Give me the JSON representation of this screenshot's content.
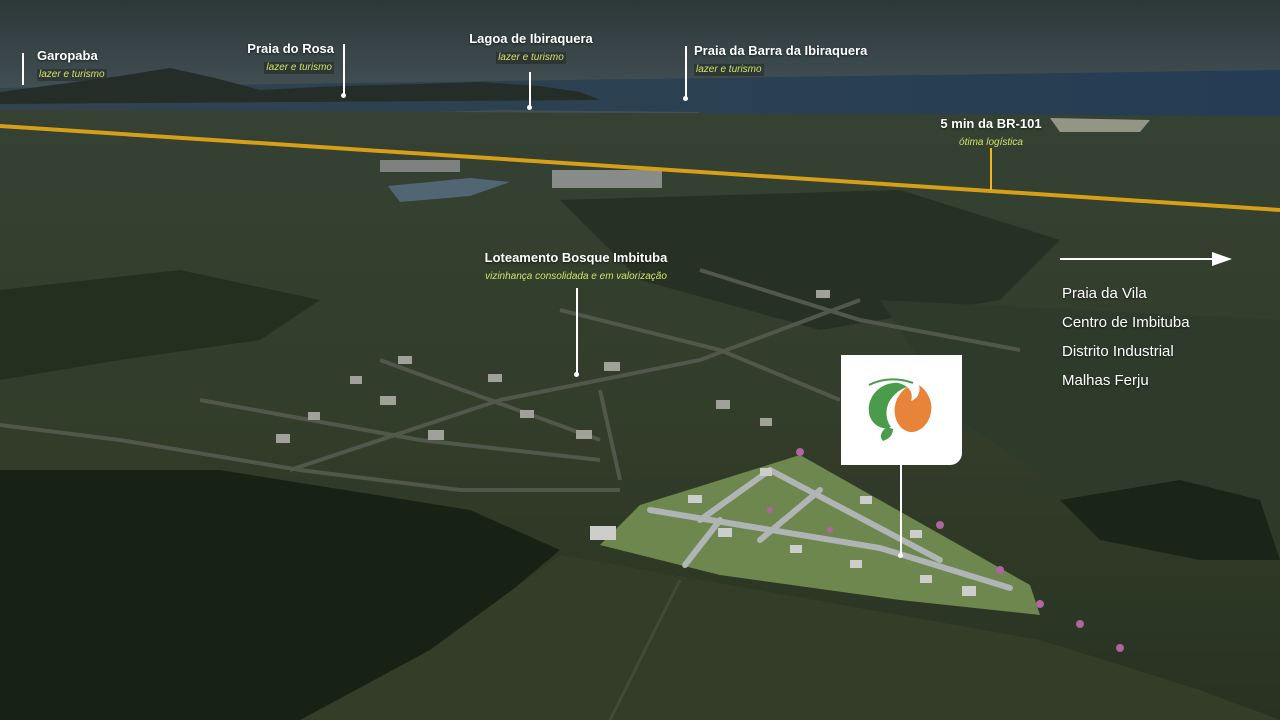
{
  "colors": {
    "sky": "#3b4a52",
    "sea": "#2d4658",
    "road_line": "#f4b51c",
    "label_subtitle": "#cfe36b",
    "logo_green": "#4b9b4c",
    "logo_orange": "#e8833a",
    "vegetation": "#3c4a30",
    "forest": "#1d2a1a"
  },
  "pins": [
    {
      "title": "Garopaba",
      "subtitle": "lazer e turismo"
    },
    {
      "title": "Praia do Rosa",
      "subtitle": "lazer e turismo"
    },
    {
      "title": "Lagoa de Ibiraquera",
      "subtitle": "lazer e turismo"
    },
    {
      "title": "Praia da Barra da Ibiraquera",
      "subtitle": "lazer e turismo"
    },
    {
      "title": "5 min da BR-101",
      "subtitle": "ótima logística"
    },
    {
      "title": "Loteamento Bosque Imbituba",
      "subtitle": "vizinhança consolidada e em valorização"
    }
  ],
  "destinations": [
    "Praia da Vila",
    "Centro de Imbituba",
    "Distrito Industrial",
    "Malhas Ferju"
  ],
  "icons": {
    "direction_arrow": "arrow-right-icon",
    "logo": "leaf-logo-icon"
  }
}
